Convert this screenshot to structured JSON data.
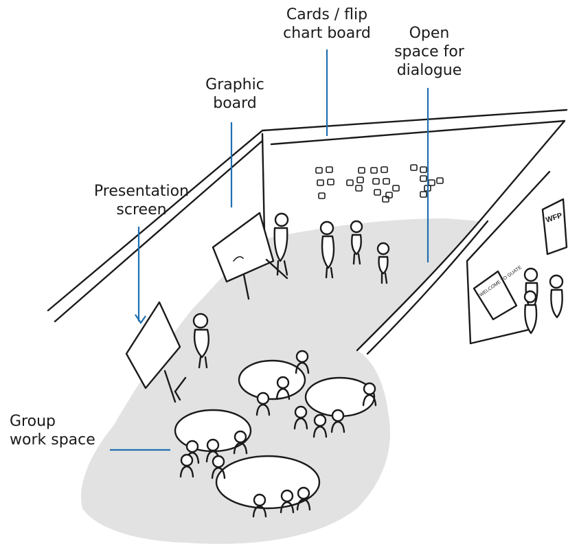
{
  "labels": {
    "cards": [
      "Cards / flip",
      "chart board"
    ],
    "open_space": [
      "Open",
      "space for",
      "dialogue"
    ],
    "graphic": [
      "Graphic",
      "board"
    ],
    "presentation": [
      "Presentation",
      "screen"
    ],
    "group": [
      "Group",
      "work space"
    ]
  },
  "signs": {
    "poster_right": "WFP",
    "poster_left": "WELCOME TO GUATE"
  },
  "colors": {
    "leader": "#1f6fb0",
    "floor": "#e2e2e2",
    "ink": "#1a1a1a"
  }
}
